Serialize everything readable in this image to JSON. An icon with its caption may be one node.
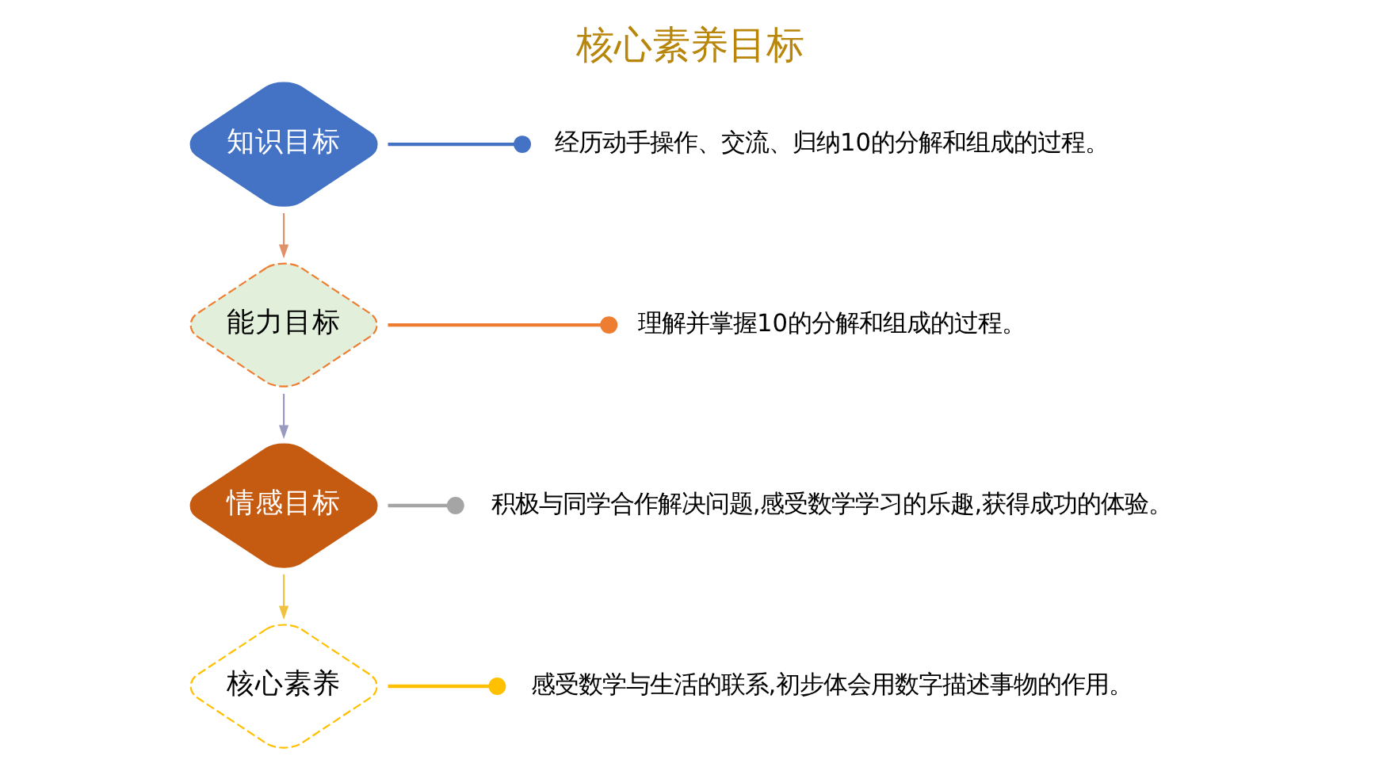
{
  "diagram": {
    "title": "核心素养目标",
    "nodes": [
      {
        "text": [
          "知识目标"
        ]
      },
      {
        "text": [
          "经历动手操作、交流、归纳10的分解和组成的过程。"
        ]
      },
      {
        "text": [
          "能力目标"
        ]
      },
      {
        "text": [
          "理解并掌握10的分解和组成的过程。"
        ]
      },
      {
        "text": [
          "情感目标"
        ]
      },
      {
        "text": [
          "积极与同学合作解决问题,感受数学学习的乐趣,获得成功的体验。"
        ]
      },
      {
        "text": [
          "核心素养"
        ]
      },
      {
        "text": [
          "感受数学与生活的联系,初步体会用数字描述事物的作用。"
        ]
      }
    ],
    "edges": [
      {
        "from": 0,
        "to": 1,
        "arrow": "other",
        "color": "#4472c4"
      },
      {
        "from": 0,
        "to": 2,
        "arrow": "to",
        "color": "#e0906a"
      },
      {
        "from": 2,
        "to": 3,
        "arrow": "other",
        "color": "#ed7d31"
      },
      {
        "from": 2,
        "to": 4,
        "arrow": "to",
        "color": "#9a9ac0"
      },
      {
        "from": 4,
        "to": 5,
        "arrow": "other",
        "color": "#a5a5a5"
      },
      {
        "from": 4,
        "to": 6,
        "arrow": "to",
        "color": "#f0c040"
      },
      {
        "from": 6,
        "to": 7,
        "arrow": "other",
        "color": "#ffc000"
      }
    ]
  }
}
